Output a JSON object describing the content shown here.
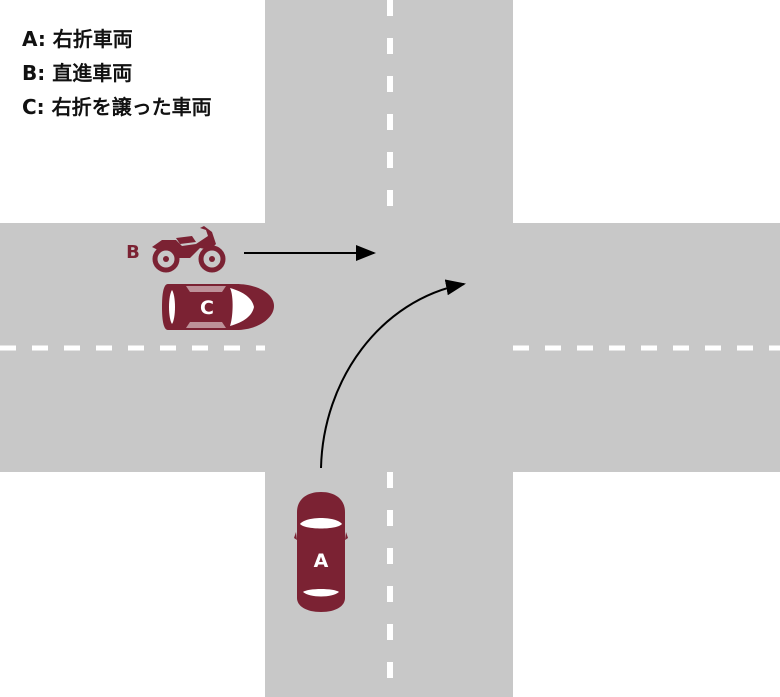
{
  "legend": {
    "a": "A: 右折車両",
    "b": "B: 直進車両",
    "c": "C: 右折を譲った車両"
  },
  "vehicles": {
    "a_label": "A",
    "b_label": "B",
    "c_label": "C"
  },
  "colors": {
    "road": "#c8c8c8",
    "lane_marking": "#ffffff",
    "vehicle": "#7b2233",
    "arrow": "#000000",
    "background": "#ffffff"
  }
}
